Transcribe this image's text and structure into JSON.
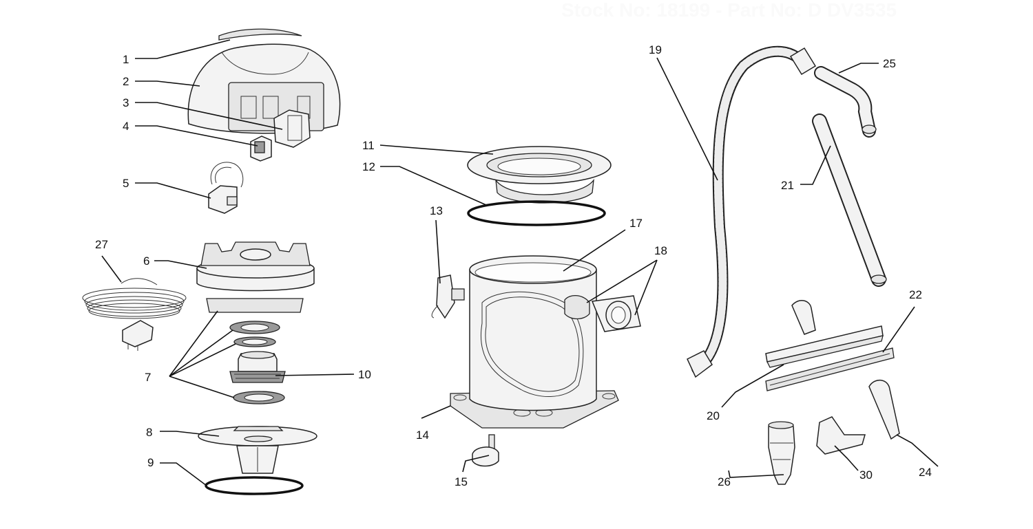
{
  "watermark": "Stock No: 18199 - Part No: D DV3535",
  "callouts": [
    {
      "id": "c1",
      "text": "1"
    },
    {
      "id": "c2",
      "text": "2"
    },
    {
      "id": "c3",
      "text": "3"
    },
    {
      "id": "c4",
      "text": "4"
    },
    {
      "id": "c5",
      "text": "5"
    },
    {
      "id": "c6",
      "text": "6"
    },
    {
      "id": "c7",
      "text": "7"
    },
    {
      "id": "c8",
      "text": "8"
    },
    {
      "id": "c9",
      "text": "9"
    },
    {
      "id": "c10",
      "text": "10"
    },
    {
      "id": "c11",
      "text": "11"
    },
    {
      "id": "c12",
      "text": "12"
    },
    {
      "id": "c13",
      "text": "13"
    },
    {
      "id": "c14",
      "text": "14"
    },
    {
      "id": "c15",
      "text": "15"
    },
    {
      "id": "c17",
      "text": "17"
    },
    {
      "id": "c18",
      "text": "18"
    },
    {
      "id": "c19",
      "text": "19"
    },
    {
      "id": "c20",
      "text": "20"
    },
    {
      "id": "c21",
      "text": "21"
    },
    {
      "id": "c22",
      "text": "22"
    },
    {
      "id": "c24",
      "text": "24"
    },
    {
      "id": "c25",
      "text": "25"
    },
    {
      "id": "c26",
      "text": "26"
    },
    {
      "id": "c27",
      "text": "27"
    },
    {
      "id": "c30",
      "text": "30"
    }
  ]
}
